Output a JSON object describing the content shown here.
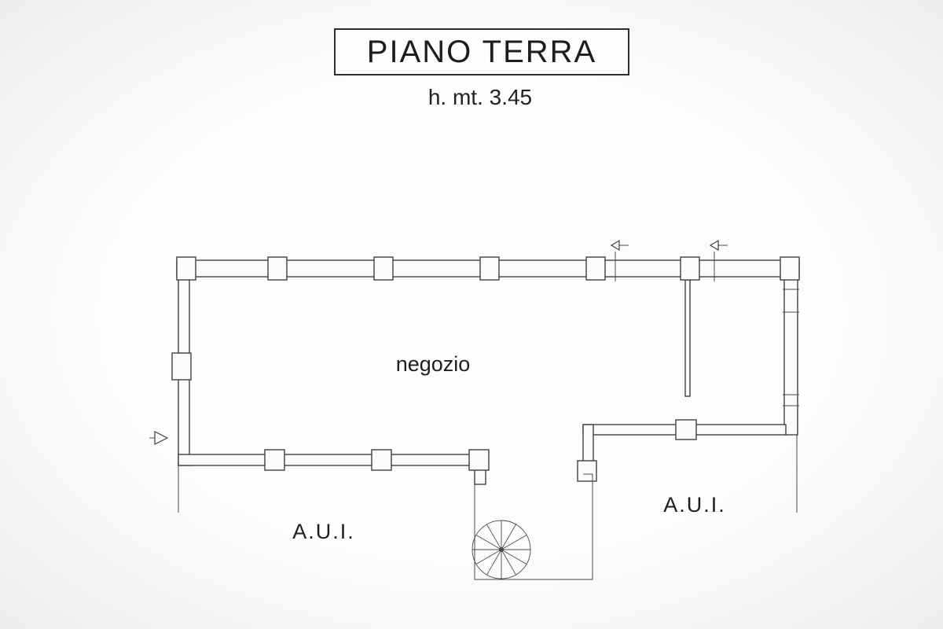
{
  "page": {
    "background_center": "#fdfdfd",
    "background_edge": "#eceeee",
    "line_color": "#3f3f3f",
    "text_color": "#1e1e1e"
  },
  "plan": {
    "title": "PIANO TERRA",
    "height_note": "h. mt. 3.45",
    "labels": {
      "negozio": "negozio",
      "aui_left": "A.U.I.",
      "aui_right": "A.U.I."
    }
  }
}
